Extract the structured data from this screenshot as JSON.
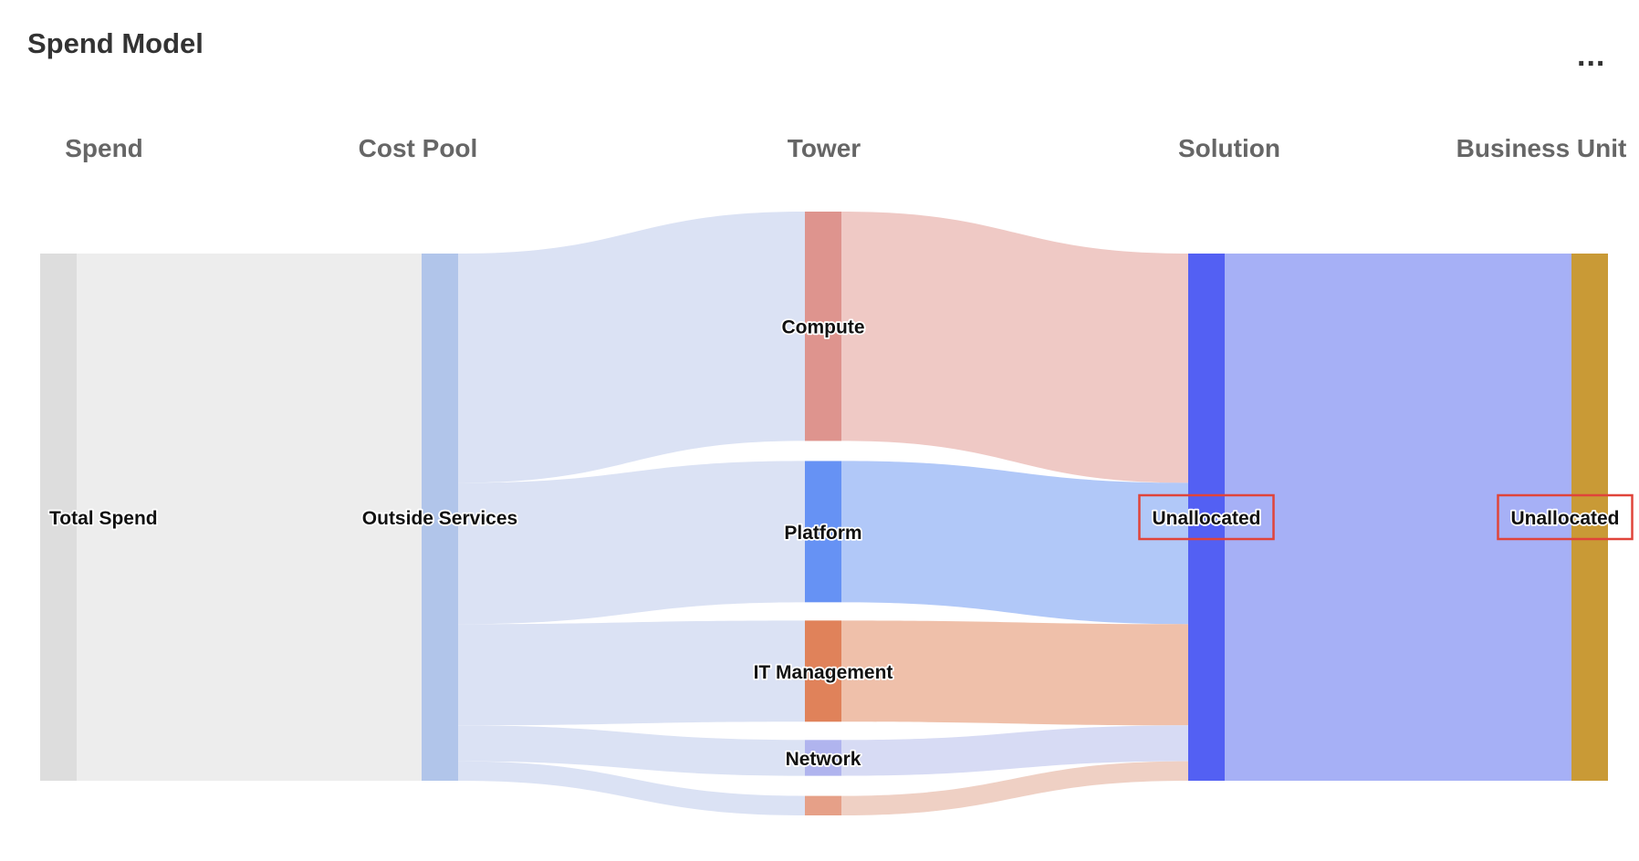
{
  "header": {
    "title": "Spend Model",
    "more_label": "..."
  },
  "chart_data": {
    "type": "sankey",
    "columns": [
      "Spend",
      "Cost Pool",
      "Tower",
      "Solution",
      "Business Unit"
    ],
    "nodes": [
      {
        "id": "total",
        "label": "Total Spend",
        "column": 0,
        "color": "#dddddd",
        "highlighted": false
      },
      {
        "id": "outside",
        "label": "Outside Services",
        "column": 1,
        "color": "#b1c5ea",
        "highlighted": false
      },
      {
        "id": "compute",
        "label": "Compute",
        "column": 2,
        "color": "#de948e",
        "highlighted": false
      },
      {
        "id": "platform",
        "label": "Platform",
        "column": 2,
        "color": "#6692f4",
        "highlighted": false
      },
      {
        "id": "itm",
        "label": "IT Management",
        "column": 2,
        "color": "#e0825a",
        "highlighted": false
      },
      {
        "id": "network",
        "label": "Network",
        "column": 2,
        "color": "#b0b4ee",
        "highlighted": false
      },
      {
        "id": "other",
        "label": "",
        "column": 2,
        "color": "#e6a088",
        "highlighted": false
      },
      {
        "id": "sol_unalloc",
        "label": "Unallocated",
        "column": 3,
        "color": "#5360f3",
        "highlighted": true
      },
      {
        "id": "bu_unalloc",
        "label": "Unallocated",
        "column": 4,
        "color": "#c99a36",
        "highlighted": true
      }
    ],
    "links": [
      {
        "source": "total",
        "target": "outside",
        "value": 100,
        "color": "#ededed"
      },
      {
        "source": "outside",
        "target": "compute",
        "value": 43.5,
        "color": "#dbe2f4"
      },
      {
        "source": "outside",
        "target": "platform",
        "value": 26.8,
        "color": "#dbe2f4"
      },
      {
        "source": "outside",
        "target": "itm",
        "value": 19.2,
        "color": "#dbe2f4"
      },
      {
        "source": "outside",
        "target": "network",
        "value": 6.8,
        "color": "#dbe2f4"
      },
      {
        "source": "outside",
        "target": "other",
        "value": 3.7,
        "color": "#dbe2f4"
      },
      {
        "source": "compute",
        "target": "sol_unalloc",
        "value": 43.5,
        "color": "#efc9c5"
      },
      {
        "source": "platform",
        "target": "sol_unalloc",
        "value": 26.8,
        "color": "#b1c8f8"
      },
      {
        "source": "itm",
        "target": "sol_unalloc",
        "value": 19.2,
        "color": "#efc0aa"
      },
      {
        "source": "network",
        "target": "sol_unalloc",
        "value": 6.8,
        "color": "#d7dbf4"
      },
      {
        "source": "other",
        "target": "sol_unalloc",
        "value": 3.7,
        "color": "#efd0c4"
      },
      {
        "source": "sol_unalloc",
        "target": "bu_unalloc",
        "value": 100,
        "color": "#a6b0f6"
      }
    ]
  }
}
